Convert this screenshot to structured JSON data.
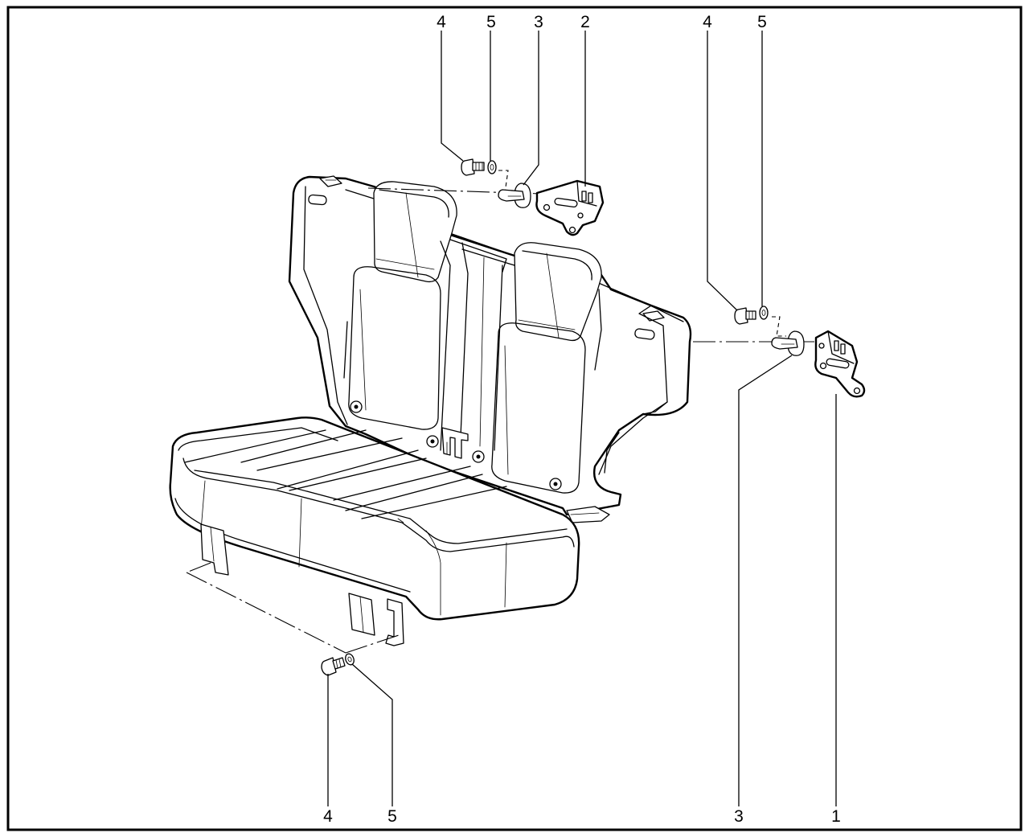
{
  "diagram": {
    "callouts": [
      {
        "id": "callout-top-a",
        "label": "4"
      },
      {
        "id": "callout-top-b",
        "label": "5"
      },
      {
        "id": "callout-top-c",
        "label": "3"
      },
      {
        "id": "callout-top-d",
        "label": "2"
      },
      {
        "id": "callout-top-e",
        "label": "4"
      },
      {
        "id": "callout-top-f",
        "label": "5"
      },
      {
        "id": "callout-bottom-a",
        "label": "4"
      },
      {
        "id": "callout-bottom-b",
        "label": "5"
      },
      {
        "id": "callout-bottom-c",
        "label": "3"
      },
      {
        "id": "callout-bottom-d",
        "label": "1"
      }
    ],
    "colors": {
      "line": "#000000",
      "background": "#ffffff"
    }
  }
}
